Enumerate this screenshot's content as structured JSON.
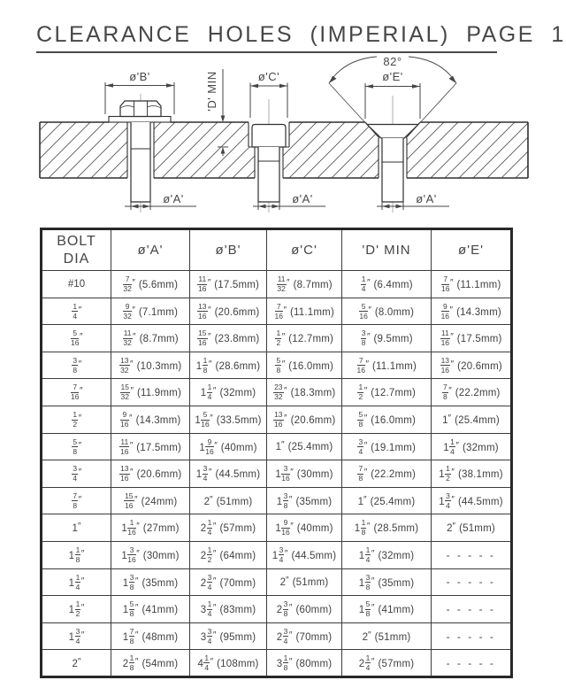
{
  "title": "CLEARANCE HOLES (IMPERIAL) PAGE 1",
  "diagram": {
    "dim_a": "ø'A'",
    "dim_b": "ø'B'",
    "dim_c": "ø'C'",
    "dim_e": "ø'E'",
    "dim_d_min": "'D' MIN",
    "countersink_angle": "82°"
  },
  "table": {
    "headers": [
      "BOLT\nDIA",
      "ø'A'",
      "ø'B'",
      "ø'C'",
      "'D' MIN",
      "ø'E'"
    ],
    "rows": [
      [
        "#10",
        "7/32″ (5.6mm)",
        "11/16″ (17.5mm)",
        "11/32″ (8.7mm)",
        "1/4″ (6.4mm)",
        "7/16″ (11.1mm)"
      ],
      [
        "1/4″",
        "9/32″ (7.1mm)",
        "13/16″ (20.6mm)",
        "7/16″ (11.1mm)",
        "5/16″ (8.0mm)",
        "9/16″ (14.3mm)"
      ],
      [
        "5/16″",
        "11/32″ (8.7mm)",
        "15/16″ (23.8mm)",
        "1/2″ (12.7mm)",
        "3/8″ (9.5mm)",
        "11/16″ (17.5mm)"
      ],
      [
        "3/8″",
        "13/32″ (10.3mm)",
        "1 1/8″ (28.6mm)",
        "5/8″ (16.0mm)",
        "7/16″ (11.1mm)",
        "13/16″ (20.6mm)"
      ],
      [
        "7/16″",
        "15/32″ (11.9mm)",
        "1 1/4″ (32mm)",
        "23/32″ (18.3mm)",
        "1/2″ (12.7mm)",
        "7/8″ (22.2mm)"
      ],
      [
        "1/2″",
        "9/16″ (14.3mm)",
        "1 5/16″ (33.5mm)",
        "13/16″ (20.6mm)",
        "5/8″ (16.0mm)",
        "1″ (25.4mm)"
      ],
      [
        "5/8″",
        "11/16″ (17.5mm)",
        "1 9/16″ (40mm)",
        "1″ (25.4mm)",
        "3/4″ (19.1mm)",
        "1 1/4″ (32mm)"
      ],
      [
        "3/4″",
        "13/16″ (20.6mm)",
        "1 3/4″ (44.5mm)",
        "1 3/16″ (30mm)",
        "7/8″ (22.2mm)",
        "1 1/2″ (38.1mm)"
      ],
      [
        "7/8″",
        "15/16″ (24mm)",
        "2″ (51mm)",
        "1 3/8″ (35mm)",
        "1″ (25.4mm)",
        "1 3/4″ (44.5mm)"
      ],
      [
        "1″",
        "1 1/16″ (27mm)",
        "2 1/4″ (57mm)",
        "1 9/16″ (40mm)",
        "1 1/8″ (28.5mm)",
        "2″ (51mm)"
      ],
      [
        "1 1/8″",
        "1 3/16″ (30mm)",
        "2 1/2″ (64mm)",
        "1 3/4″ (44.5mm)",
        "1 1/4″ (32mm)",
        "-----"
      ],
      [
        "1 1/4″",
        "1 3/8″ (35mm)",
        "2 3/4″ (70mm)",
        "2″ (51mm)",
        "1 3/8″ (35mm)",
        "-----"
      ],
      [
        "1 1/2″",
        "1 5/8″ (41mm)",
        "3 1/4″ (83mm)",
        "2 3/8″ (60mm)",
        "1 5/8″ (41mm)",
        "-----"
      ],
      [
        "1 3/4″",
        "1 7/8″ (48mm)",
        "3 3/4″ (95mm)",
        "2 3/4″ (70mm)",
        "2″ (51mm)",
        "-----"
      ],
      [
        "2″",
        "2 1/8″ (54mm)",
        "4 1/4″ (108mm)",
        "3 1/8″ (80mm)",
        "2 1/4″ (57mm)",
        "-----"
      ]
    ]
  }
}
